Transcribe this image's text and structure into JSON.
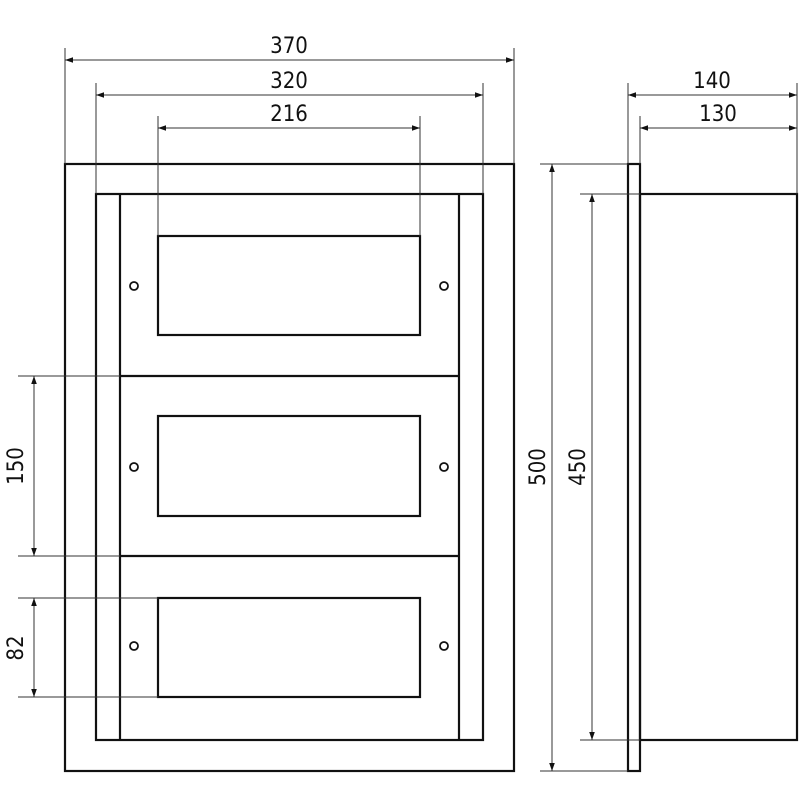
{
  "dimensions": {
    "outer_width": "370",
    "inner_width": "320",
    "window_width": "216",
    "total_depth": "140",
    "box_depth": "130",
    "outer_height": "500",
    "inner_height": "450",
    "module_height": "150",
    "window_height": "82"
  }
}
